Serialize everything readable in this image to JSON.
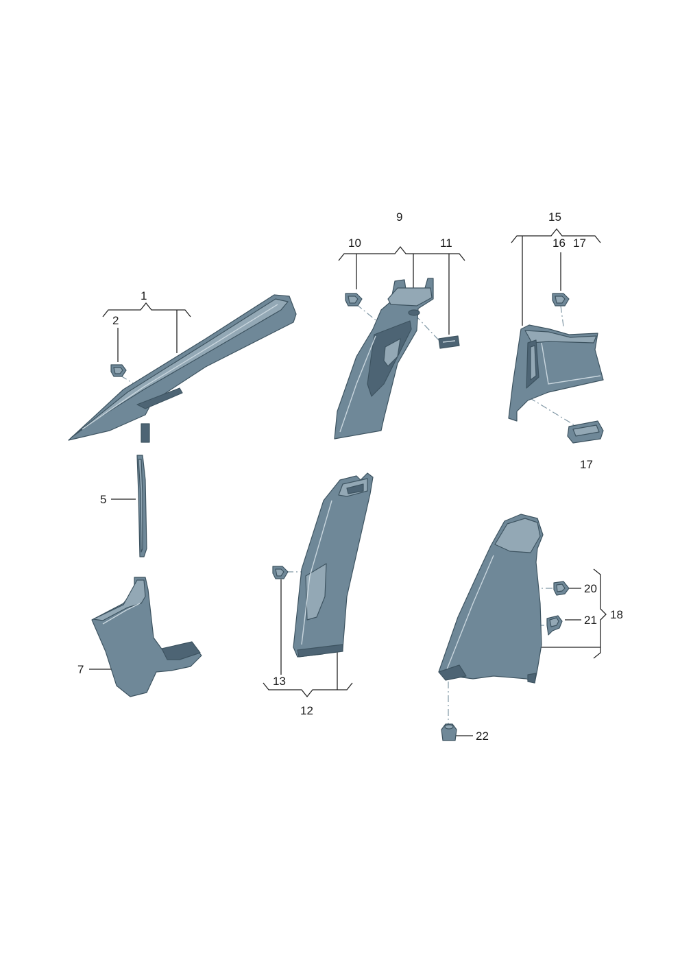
{
  "callouts": {
    "c1": "1",
    "c2": "2",
    "c5": "5",
    "c7": "7",
    "c9": "9",
    "c10": "10",
    "c11": "11",
    "c12": "12",
    "c13": "13",
    "c15": "15",
    "c16": "16",
    "c17a": "17",
    "c17b": "17",
    "c18": "18",
    "c20": "20",
    "c21": "21",
    "c22": "22"
  },
  "colors": {
    "part_light": "#93a8b5",
    "part_mid": "#6f8898",
    "part_dark": "#4d6474",
    "leader": "#222222"
  },
  "icons": {
    "a_pillar": "a-pillar-trim-icon",
    "b_pillar": "b-pillar-trim-icon",
    "c_pillar": "c-pillar-trim-icon",
    "clip": "clip-icon",
    "nut": "nut-icon"
  }
}
